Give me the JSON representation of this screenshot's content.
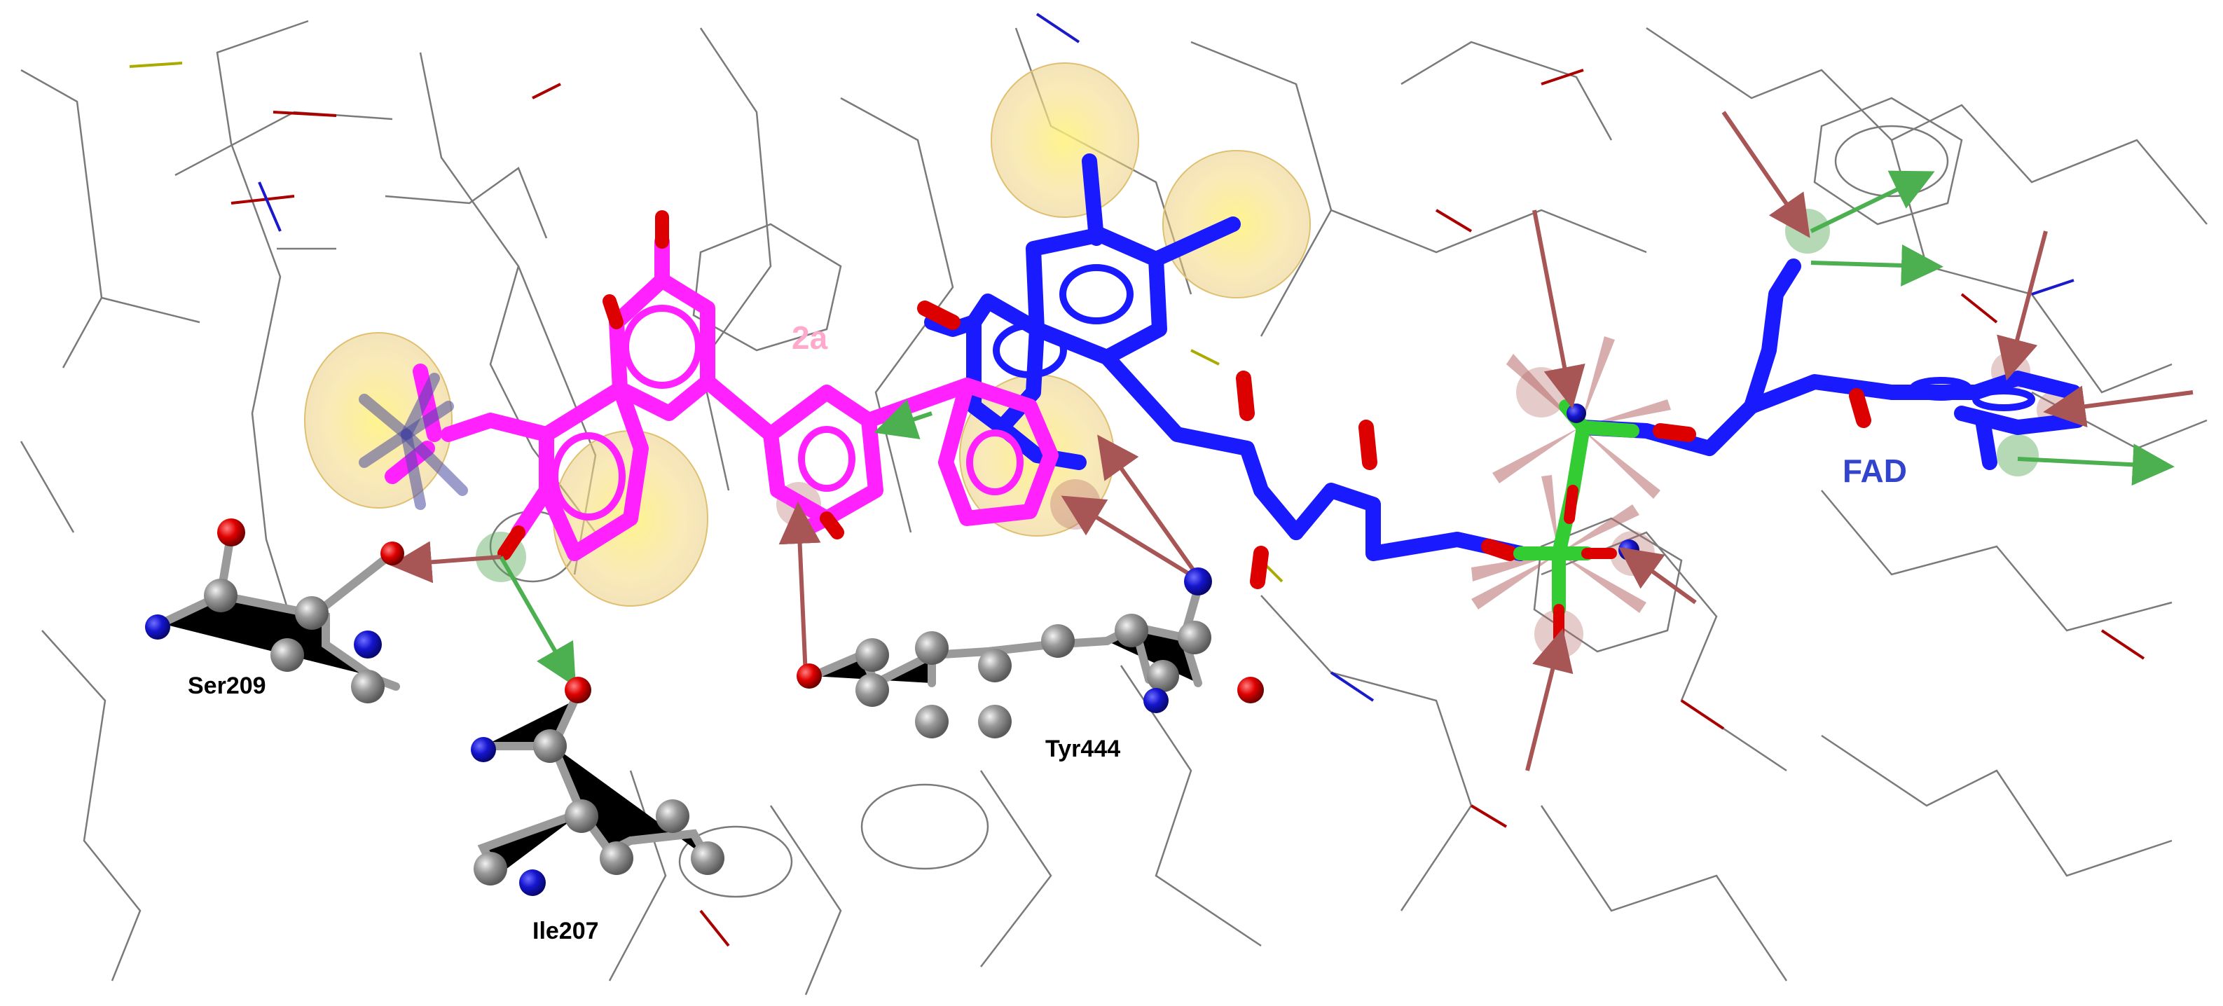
{
  "figure": {
    "description": "Molecular docking pose: ligand 2a overlaid with FAD in enzyme binding site, pharmacophore features shown",
    "background": "#ffffff"
  },
  "labels": {
    "ligand": {
      "text": "2a",
      "color": "#ffaacc"
    },
    "cofactor": {
      "text": "FAD",
      "color": "#3344cc"
    },
    "residues": [
      {
        "text": "Ser209",
        "color": "#000000"
      },
      {
        "text": "Ile207",
        "color": "#000000"
      },
      {
        "text": "Tyr444",
        "color": "#000000"
      }
    ]
  },
  "colors": {
    "ligand_2a": "#ff22ff",
    "fad": "#1a1aff",
    "oxygen": "#dd0000",
    "nitrogen": "#1a1acc",
    "carbon_ball": "#909090",
    "phosphorus": "#33cc33",
    "hydrophobic_sphere": "#f3d77a",
    "hbond_donor_arrow": "#4caf50",
    "hbond_acceptor_arrow": "#a85555",
    "protein_wire": "#7a7a7a"
  }
}
